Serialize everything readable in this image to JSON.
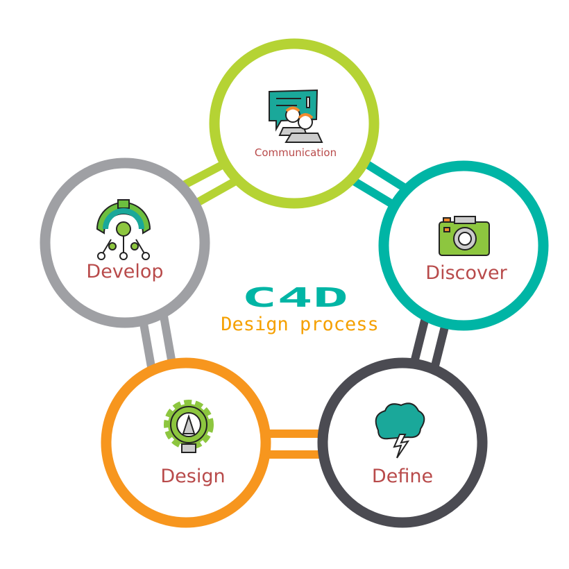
{
  "center": {
    "logo": "C4D",
    "subtitle": "Design process"
  },
  "nodes": [
    {
      "id": "communication",
      "label": "Communication",
      "icon": "people-chat-icon",
      "color": "#b5d334"
    },
    {
      "id": "discover",
      "label": "Discover",
      "icon": "camera-icon",
      "color": "#00b5a5"
    },
    {
      "id": "define",
      "label": "Define",
      "icon": "brain-storm-icon",
      "color": "#4b4b52"
    },
    {
      "id": "design",
      "label": "Design",
      "icon": "gear-pencil-icon",
      "color": "#f7961e"
    },
    {
      "id": "develop",
      "label": "Develop",
      "icon": "gear-circuit-icon",
      "color": "#9fa0a4"
    }
  ],
  "colors": {
    "label": "#b84a4a",
    "logo": "#00b5a5",
    "subtitle": "#f5a000"
  }
}
